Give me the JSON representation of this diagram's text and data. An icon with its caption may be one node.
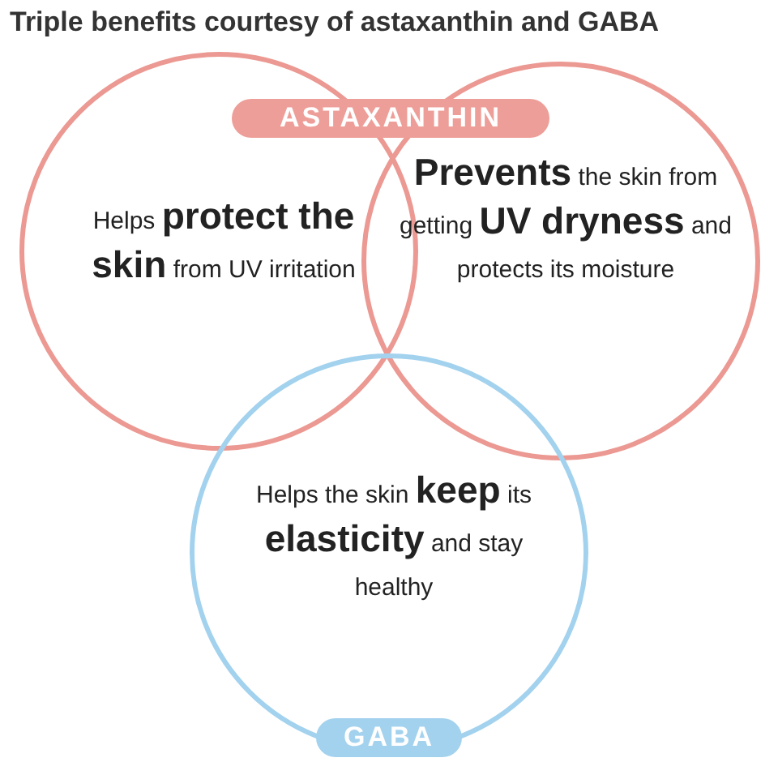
{
  "diagram": {
    "title": "Triple benefits courtesy of astaxanthin and GABA",
    "nodes": [
      {
        "text": [
          "ASTAXANTHIN"
        ]
      },
      {
        "text": [
          "Helps **protect the skin** from UV irritation"
        ]
      },
      {
        "text": [
          "**Prevents** the skin from getting **UV dryness** and protects its moisture"
        ]
      },
      {
        "text": [
          "Helps the skin **keep** its **elasticity** and stay healthy"
        ]
      },
      {
        "text": [
          "GABA"
        ]
      }
    ],
    "edges": []
  }
}
